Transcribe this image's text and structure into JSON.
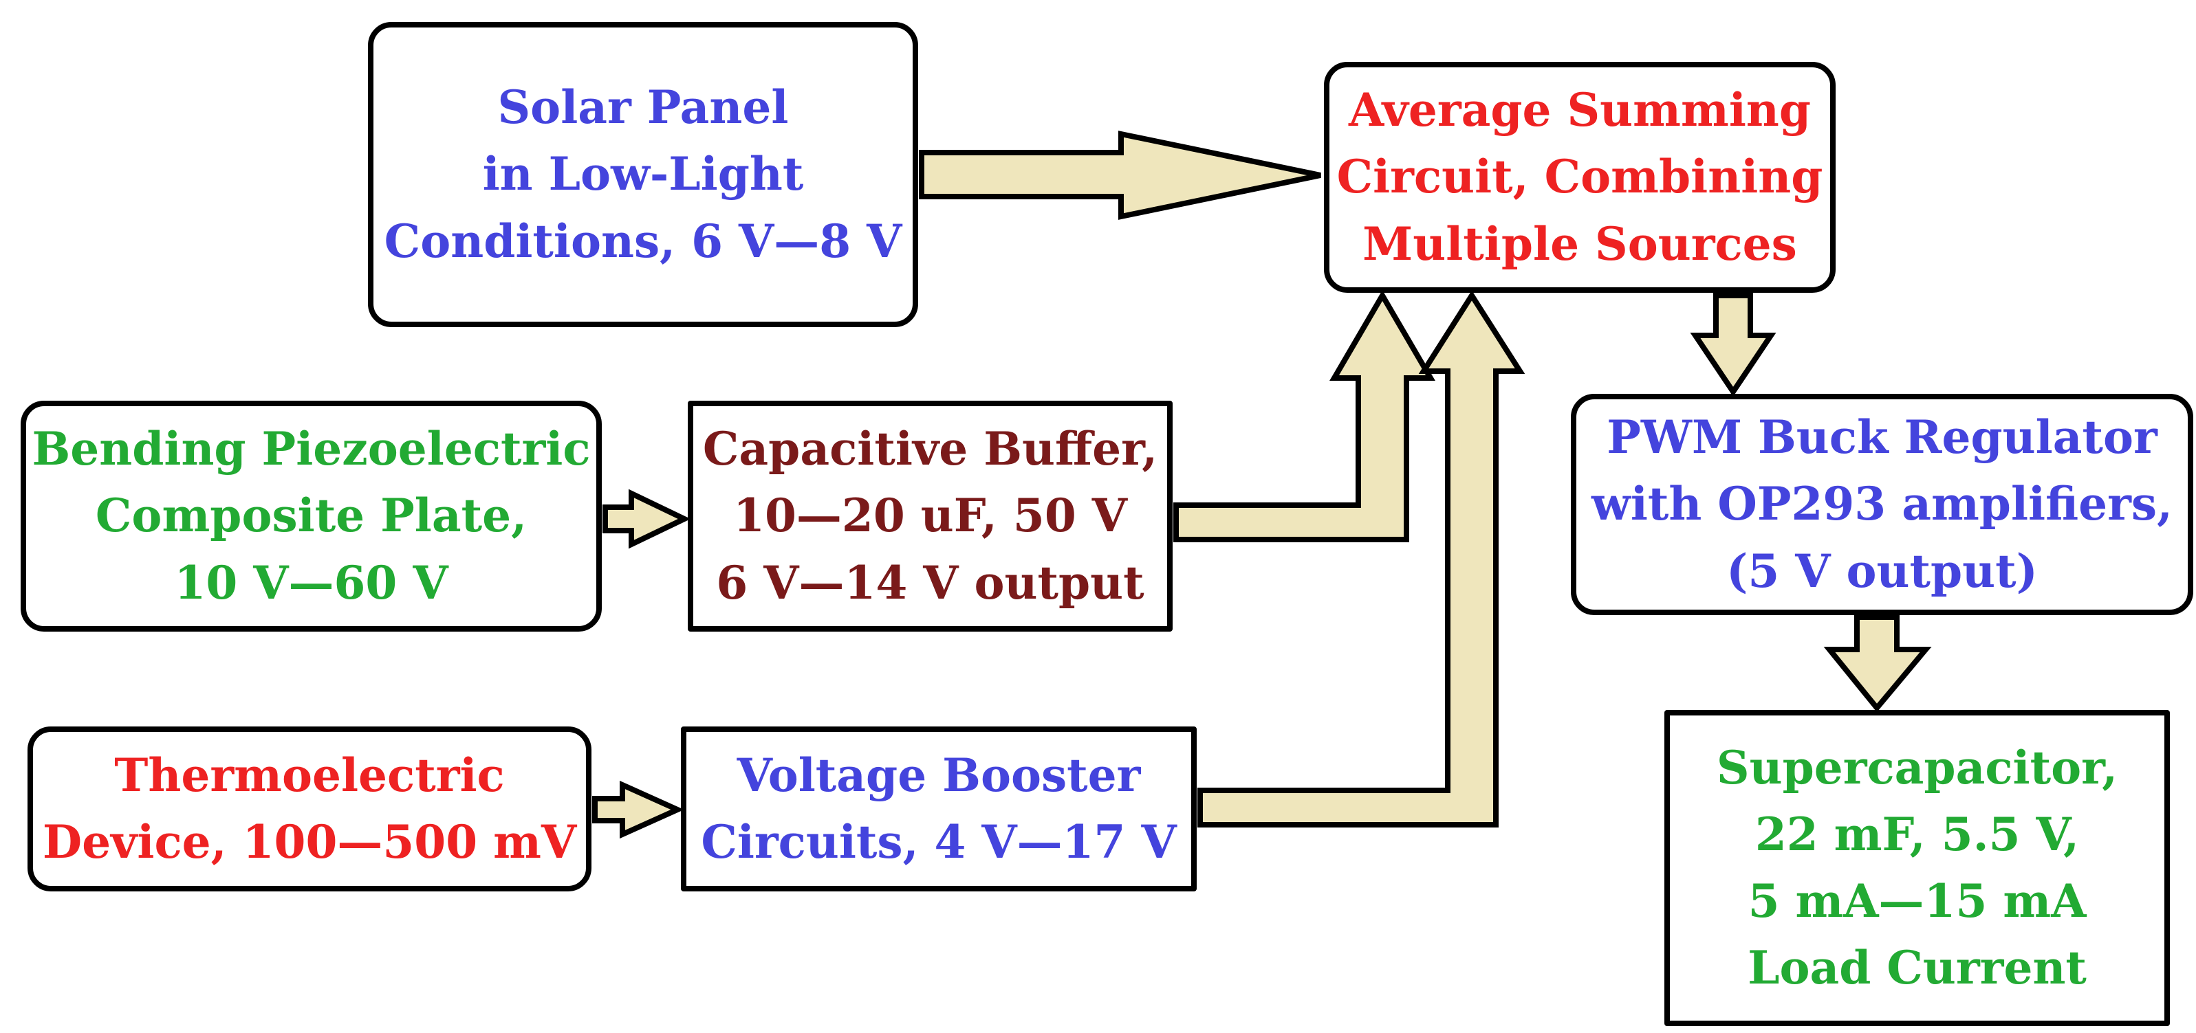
{
  "nodes": {
    "solar": {
      "lines": [
        "Solar Panel",
        "in Low-Light",
        "Conditions, 6 V—8 V"
      ],
      "color": "#4444dd"
    },
    "summing": {
      "lines": [
        "Average Summing",
        "Circuit, Combining",
        "Multiple Sources"
      ],
      "color": "#ee2222"
    },
    "piezo": {
      "lines": [
        "Bending Piezoelectric",
        "Composite Plate,",
        "10 V—60 V"
      ],
      "color": "#22aa33"
    },
    "buffer": {
      "lines": [
        "Capacitive Buffer,",
        "10—20 uF, 50 V",
        "6 V—14 V output"
      ],
      "color": "#7a1a1a"
    },
    "pwm": {
      "lines": [
        "PWM Buck Regulator",
        "with OP293 amplifiers,",
        "(5 V output)"
      ],
      "color": "#4444dd"
    },
    "thermo": {
      "lines": [
        "Thermoelectric",
        "Device, 100—500 mV"
      ],
      "color": "#ee2222"
    },
    "booster": {
      "lines": [
        "Voltage Booster",
        "Circuits, 4 V—17 V"
      ],
      "color": "#4444dd"
    },
    "supercap": {
      "lines": [
        "Supercapacitor,",
        "22 mF, 5.5 V,",
        "5 mA—15 mA",
        "Load Current"
      ],
      "color": "#22aa33"
    }
  },
  "edges": [
    {
      "from": "solar",
      "to": "summing"
    },
    {
      "from": "piezo",
      "to": "buffer"
    },
    {
      "from": "buffer",
      "to": "summing"
    },
    {
      "from": "thermo",
      "to": "booster"
    },
    {
      "from": "booster",
      "to": "summing"
    },
    {
      "from": "summing",
      "to": "pwm"
    },
    {
      "from": "pwm",
      "to": "supercap"
    }
  ],
  "colors": {
    "arrow_fill": "#efe6bc",
    "arrow_stroke": "#000000",
    "box_border": "#000000"
  }
}
